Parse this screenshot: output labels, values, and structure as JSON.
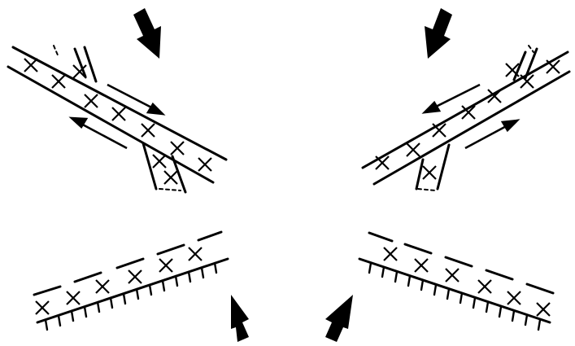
{
  "figure": {
    "panels": [
      {
        "id": "upper-left",
        "structure": "sheared-fault-zone-with-splay",
        "shear_sense": "dextral"
      },
      {
        "id": "upper-right",
        "structure": "sheared-fault-zone-with-splay",
        "shear_sense": "sinistral"
      },
      {
        "id": "lower-left",
        "structure": "hatched-contact-with-x-band"
      },
      {
        "id": "lower-right",
        "structure": "hatched-contact-with-x-band"
      }
    ],
    "colors": {
      "ink": "#000000",
      "background": "#ffffff"
    }
  }
}
